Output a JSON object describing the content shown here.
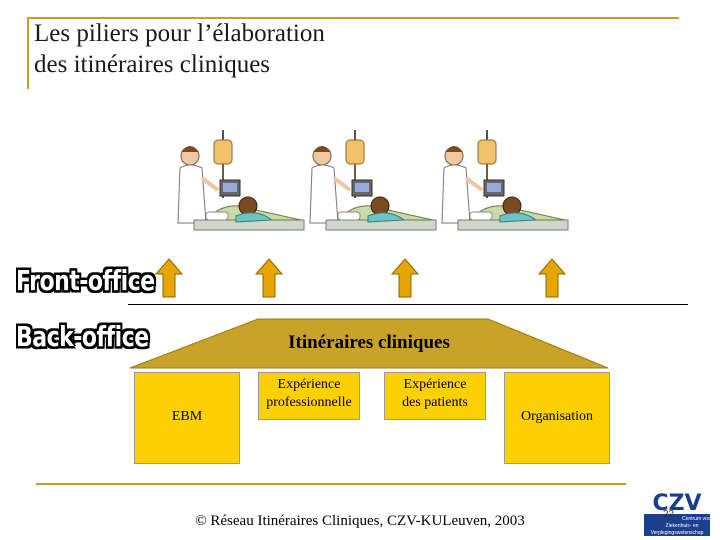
{
  "slide": {
    "title_line1": "Les piliers pour l’élaboration",
    "title_line2": "des itinéraires cliniques"
  },
  "labels": {
    "front_office": "Front-office",
    "back_office": "Back-office",
    "roof": "Itinéraires cliniques"
  },
  "pillars": [
    {
      "lines": [
        "EBM"
      ]
    },
    {
      "lines": [
        "Expérience",
        "professionnelle"
      ]
    },
    {
      "lines": [
        "Expérience",
        "des patients"
      ]
    },
    {
      "lines": [
        "Organisation"
      ]
    }
  ],
  "footer": {
    "copyright": "© Réseau Itinéraires Cliniques, CZV-KULeuven, 2003",
    "page_number": "22"
  },
  "logo": {
    "text": "CZV",
    "subtext_1": "Centrum voor",
    "subtext_2": "Ziekenhuis- en",
    "subtext_3": "Verplegingswetenschap"
  },
  "colors": {
    "gold": "#c8a020",
    "pillar_yellow": "#ffd000",
    "roof_tan": "#c9a227",
    "arrow_fill": "#e6a500",
    "logo_blue": "#1b3f8f"
  },
  "icons": [
    "hospital-scene-icon",
    "up-arrow-icon"
  ]
}
